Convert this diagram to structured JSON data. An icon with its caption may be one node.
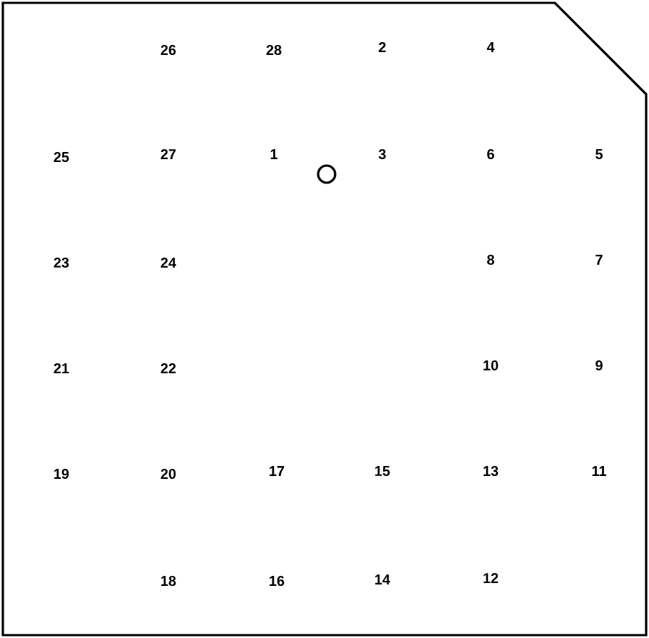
{
  "diagram": {
    "labels": [
      "26",
      "28",
      "2",
      "4",
      "25",
      "27",
      "1",
      "3",
      "6",
      "5",
      "23",
      "24",
      "8",
      "7",
      "21",
      "22",
      "10",
      "9",
      "19",
      "20",
      "17",
      "15",
      "13",
      "11",
      "18",
      "16",
      "14",
      "12"
    ]
  }
}
